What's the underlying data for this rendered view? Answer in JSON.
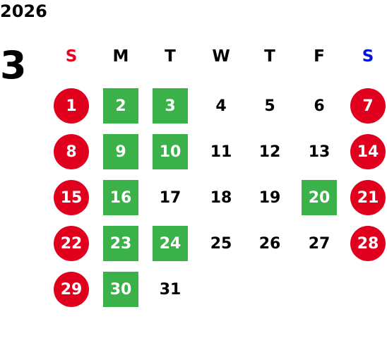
{
  "year": "2026",
  "month": "3",
  "colors": {
    "sunday_header": "#e8001c",
    "saturday_header": "#0015d8",
    "weekday_header": "#000000",
    "holiday_circle": "#e0001e",
    "closed_square": "#3bb14a",
    "text_default": "#000000",
    "text_on_mark": "#ffffff"
  },
  "weekdays": [
    "S",
    "M",
    "T",
    "W",
    "T",
    "F",
    "S"
  ],
  "weeks": [
    [
      {
        "d": "1",
        "mark": "holiday"
      },
      {
        "d": "2",
        "mark": "closed"
      },
      {
        "d": "3",
        "mark": "closed"
      },
      {
        "d": "4",
        "mark": ""
      },
      {
        "d": "5",
        "mark": ""
      },
      {
        "d": "6",
        "mark": ""
      },
      {
        "d": "7",
        "mark": "holiday"
      }
    ],
    [
      {
        "d": "8",
        "mark": "holiday"
      },
      {
        "d": "9",
        "mark": "closed"
      },
      {
        "d": "10",
        "mark": "closed"
      },
      {
        "d": "11",
        "mark": ""
      },
      {
        "d": "12",
        "mark": ""
      },
      {
        "d": "13",
        "mark": ""
      },
      {
        "d": "14",
        "mark": "holiday"
      }
    ],
    [
      {
        "d": "15",
        "mark": "holiday"
      },
      {
        "d": "16",
        "mark": "closed"
      },
      {
        "d": "17",
        "mark": ""
      },
      {
        "d": "18",
        "mark": ""
      },
      {
        "d": "19",
        "mark": ""
      },
      {
        "d": "20",
        "mark": "closed"
      },
      {
        "d": "21",
        "mark": "holiday"
      }
    ],
    [
      {
        "d": "22",
        "mark": "holiday"
      },
      {
        "d": "23",
        "mark": "closed"
      },
      {
        "d": "24",
        "mark": "closed"
      },
      {
        "d": "25",
        "mark": ""
      },
      {
        "d": "26",
        "mark": ""
      },
      {
        "d": "27",
        "mark": ""
      },
      {
        "d": "28",
        "mark": "holiday"
      }
    ],
    [
      {
        "d": "29",
        "mark": "holiday"
      },
      {
        "d": "30",
        "mark": "closed"
      },
      {
        "d": "31",
        "mark": ""
      }
    ]
  ]
}
